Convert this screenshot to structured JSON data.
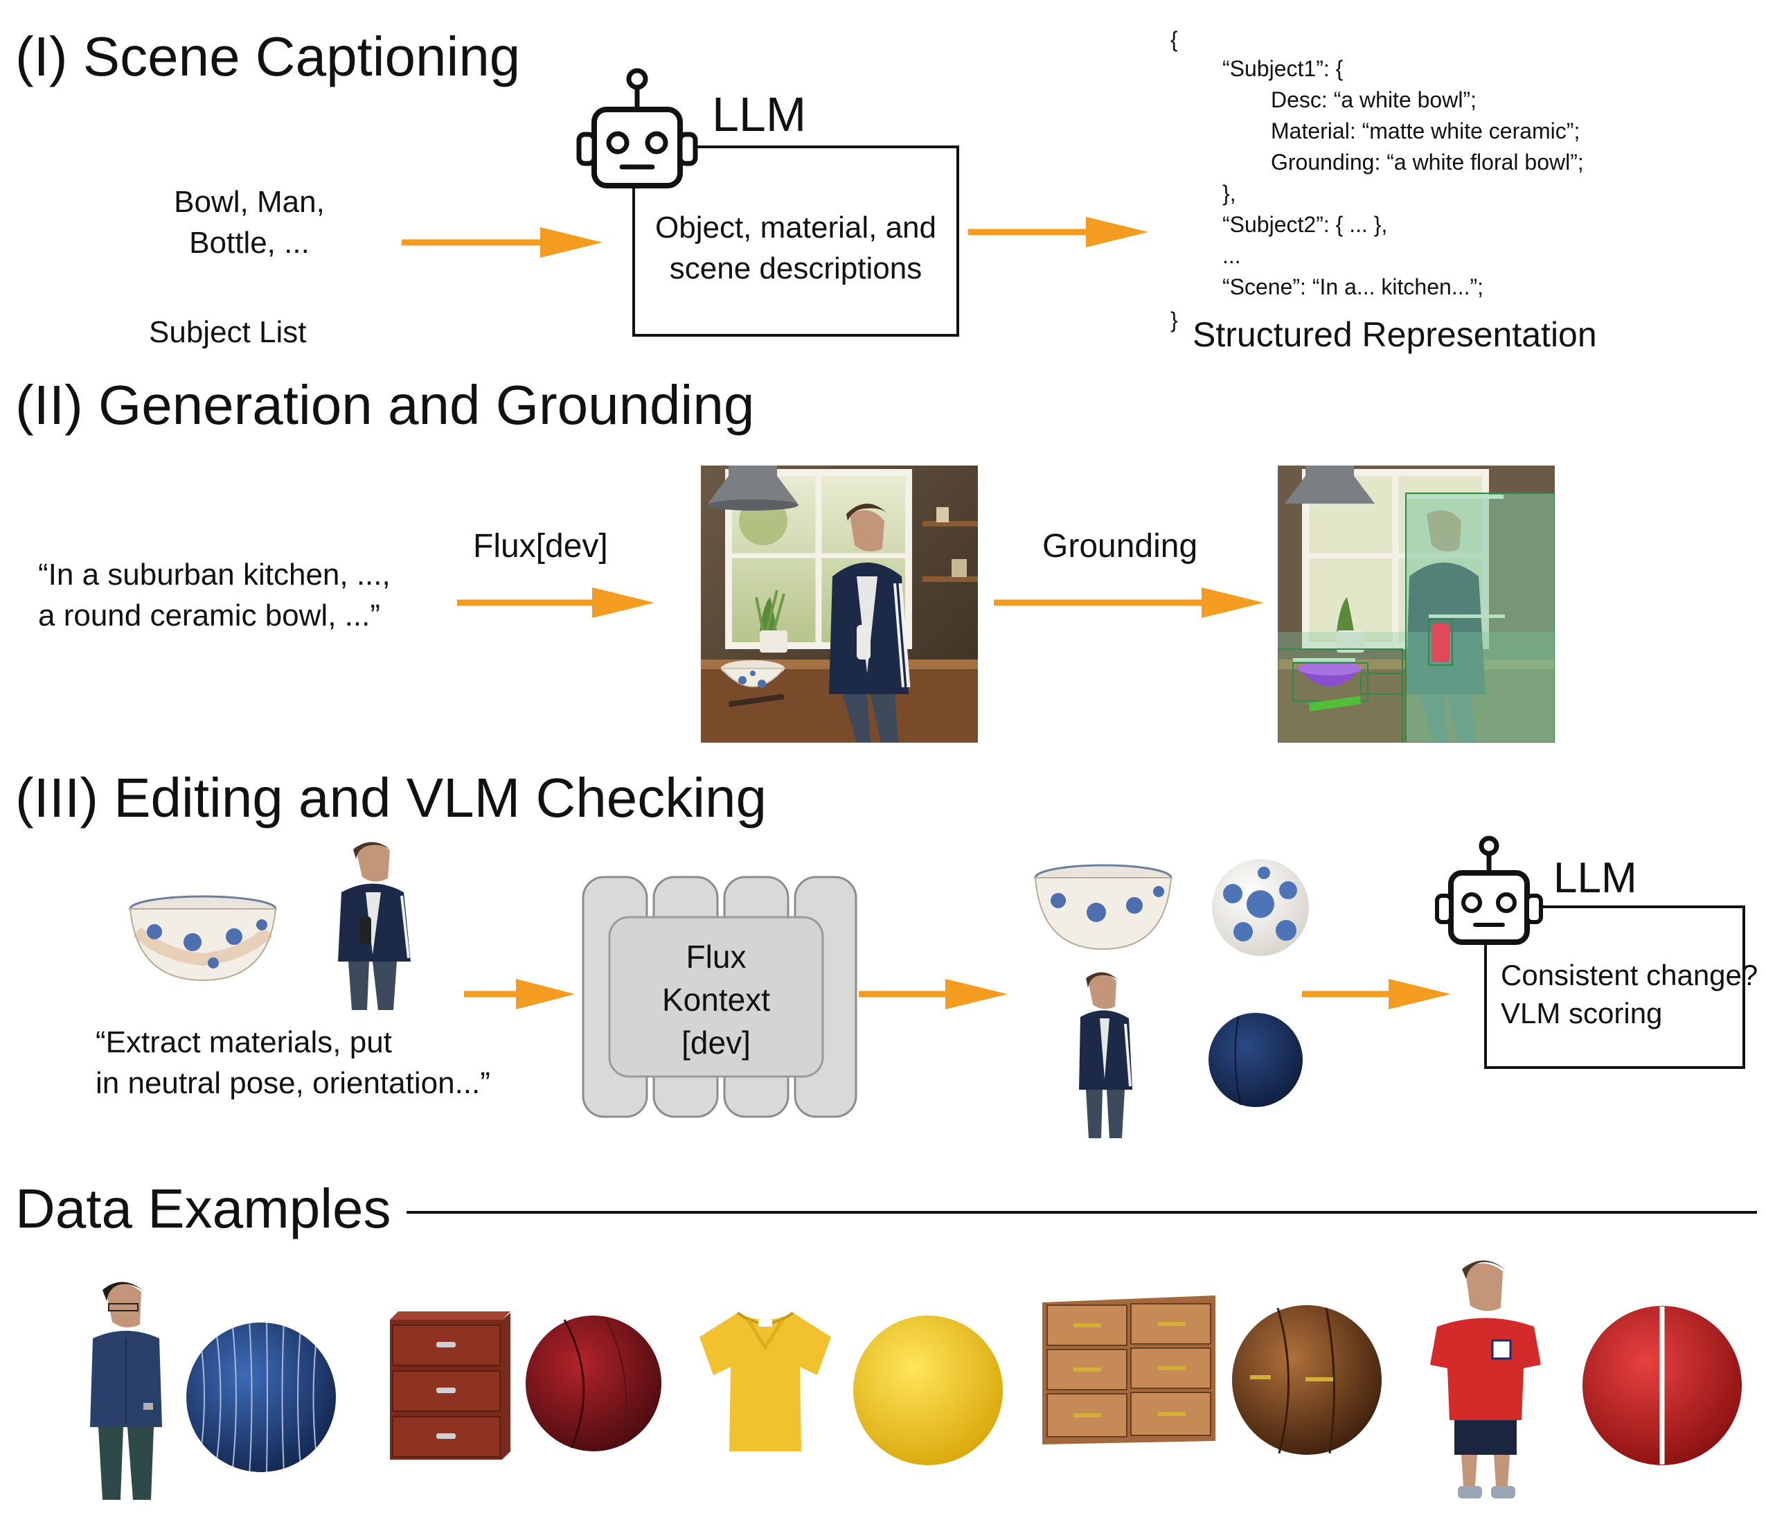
{
  "section1": {
    "title": "(I) Scene Captioning",
    "subject_items_line1": "Bowl, Man,",
    "subject_items_line2": "Bottle, ...",
    "subject_list_label": "Subject List",
    "llm_label": "LLM",
    "llm_box_line1": "Object, material, and",
    "llm_box_line2": "scene descriptions",
    "structured": {
      "open_brace": "{",
      "lines": [
        "“Subject1”: {",
        "Desc: “a white bowl”;",
        "Material: “matte white ceramic”;",
        "Grounding: “a white floral bowl”;",
        "},",
        "“Subject2”: { ... },",
        "...",
        "“Scene”: “In a... kitchen...”;"
      ],
      "close_brace": "}",
      "label": "Structured Representation"
    }
  },
  "section2": {
    "title": "(II) Generation and Grounding",
    "prompt_line1": "“In a suburban kitchen, ...,",
    "prompt_line2": "a round ceramic bowl, ...”",
    "flux_label": "Flux[dev]",
    "grounding_label": "Grounding"
  },
  "section3": {
    "title": "(III) Editing and VLM Checking",
    "instruction_line1": "“Extract materials, put",
    "instruction_line2": "in neutral pose, orientation...”",
    "kontext_line1": "Flux",
    "kontext_line2": "Kontext",
    "kontext_line3": "[dev]",
    "llm_label": "LLM",
    "vlm_line1": "Consistent change?",
    "vlm_line2": "VLM scoring"
  },
  "examples": {
    "title": "Data Examples"
  },
  "colors": {
    "arrow": "#f39c1f",
    "outline": "#111111",
    "kontext_fill": "#d9d9d9",
    "kontext_stroke": "#8c8c8c"
  }
}
